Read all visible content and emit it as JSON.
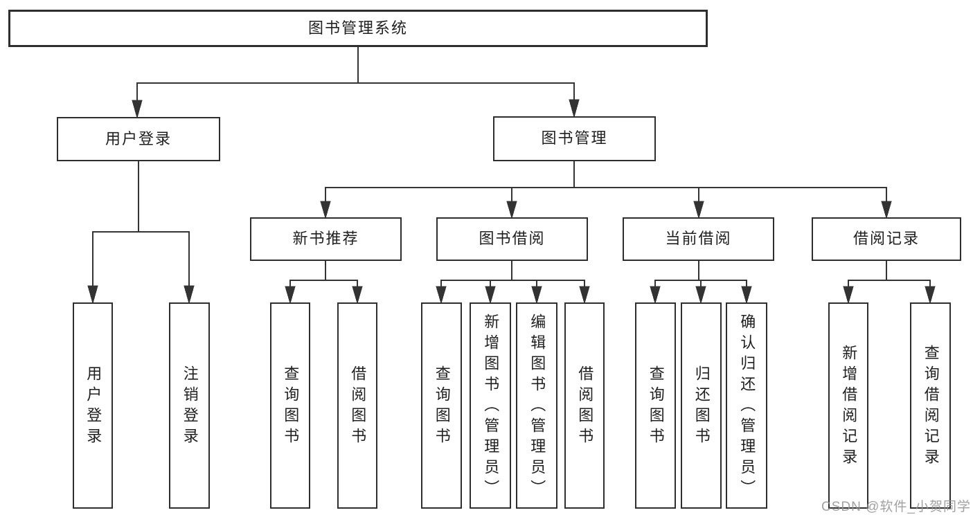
{
  "diagram": {
    "root": {
      "label": "图书管理系统"
    },
    "level2": [
      {
        "label": "用户登录"
      },
      {
        "label": "图书管理"
      }
    ],
    "level3": [
      {
        "label": "新书推荐"
      },
      {
        "label": "图书借阅"
      },
      {
        "label": "当前借阅"
      },
      {
        "label": "借阅记录"
      }
    ],
    "leaves": [
      {
        "label": "用户登录"
      },
      {
        "label": "注销登录"
      },
      {
        "label": "查询图书"
      },
      {
        "label": "借阅图书"
      },
      {
        "label": "查询图书"
      },
      {
        "label": "新增图书（管理员）"
      },
      {
        "label": "编辑图书（管理员）"
      },
      {
        "label": "借阅图书"
      },
      {
        "label": "查询图书"
      },
      {
        "label": "归还图书"
      },
      {
        "label": "确认归还（管理员）"
      },
      {
        "label": "新增借阅记录"
      },
      {
        "label": "查询借阅记录"
      }
    ]
  },
  "watermark": {
    "text": "CSDN @软件_小贺同学"
  },
  "colors": {
    "line": "#333333",
    "border": "#2e2e2e",
    "text": "#1f1f1f",
    "watermark": "#949494",
    "background": "#ffffff"
  }
}
